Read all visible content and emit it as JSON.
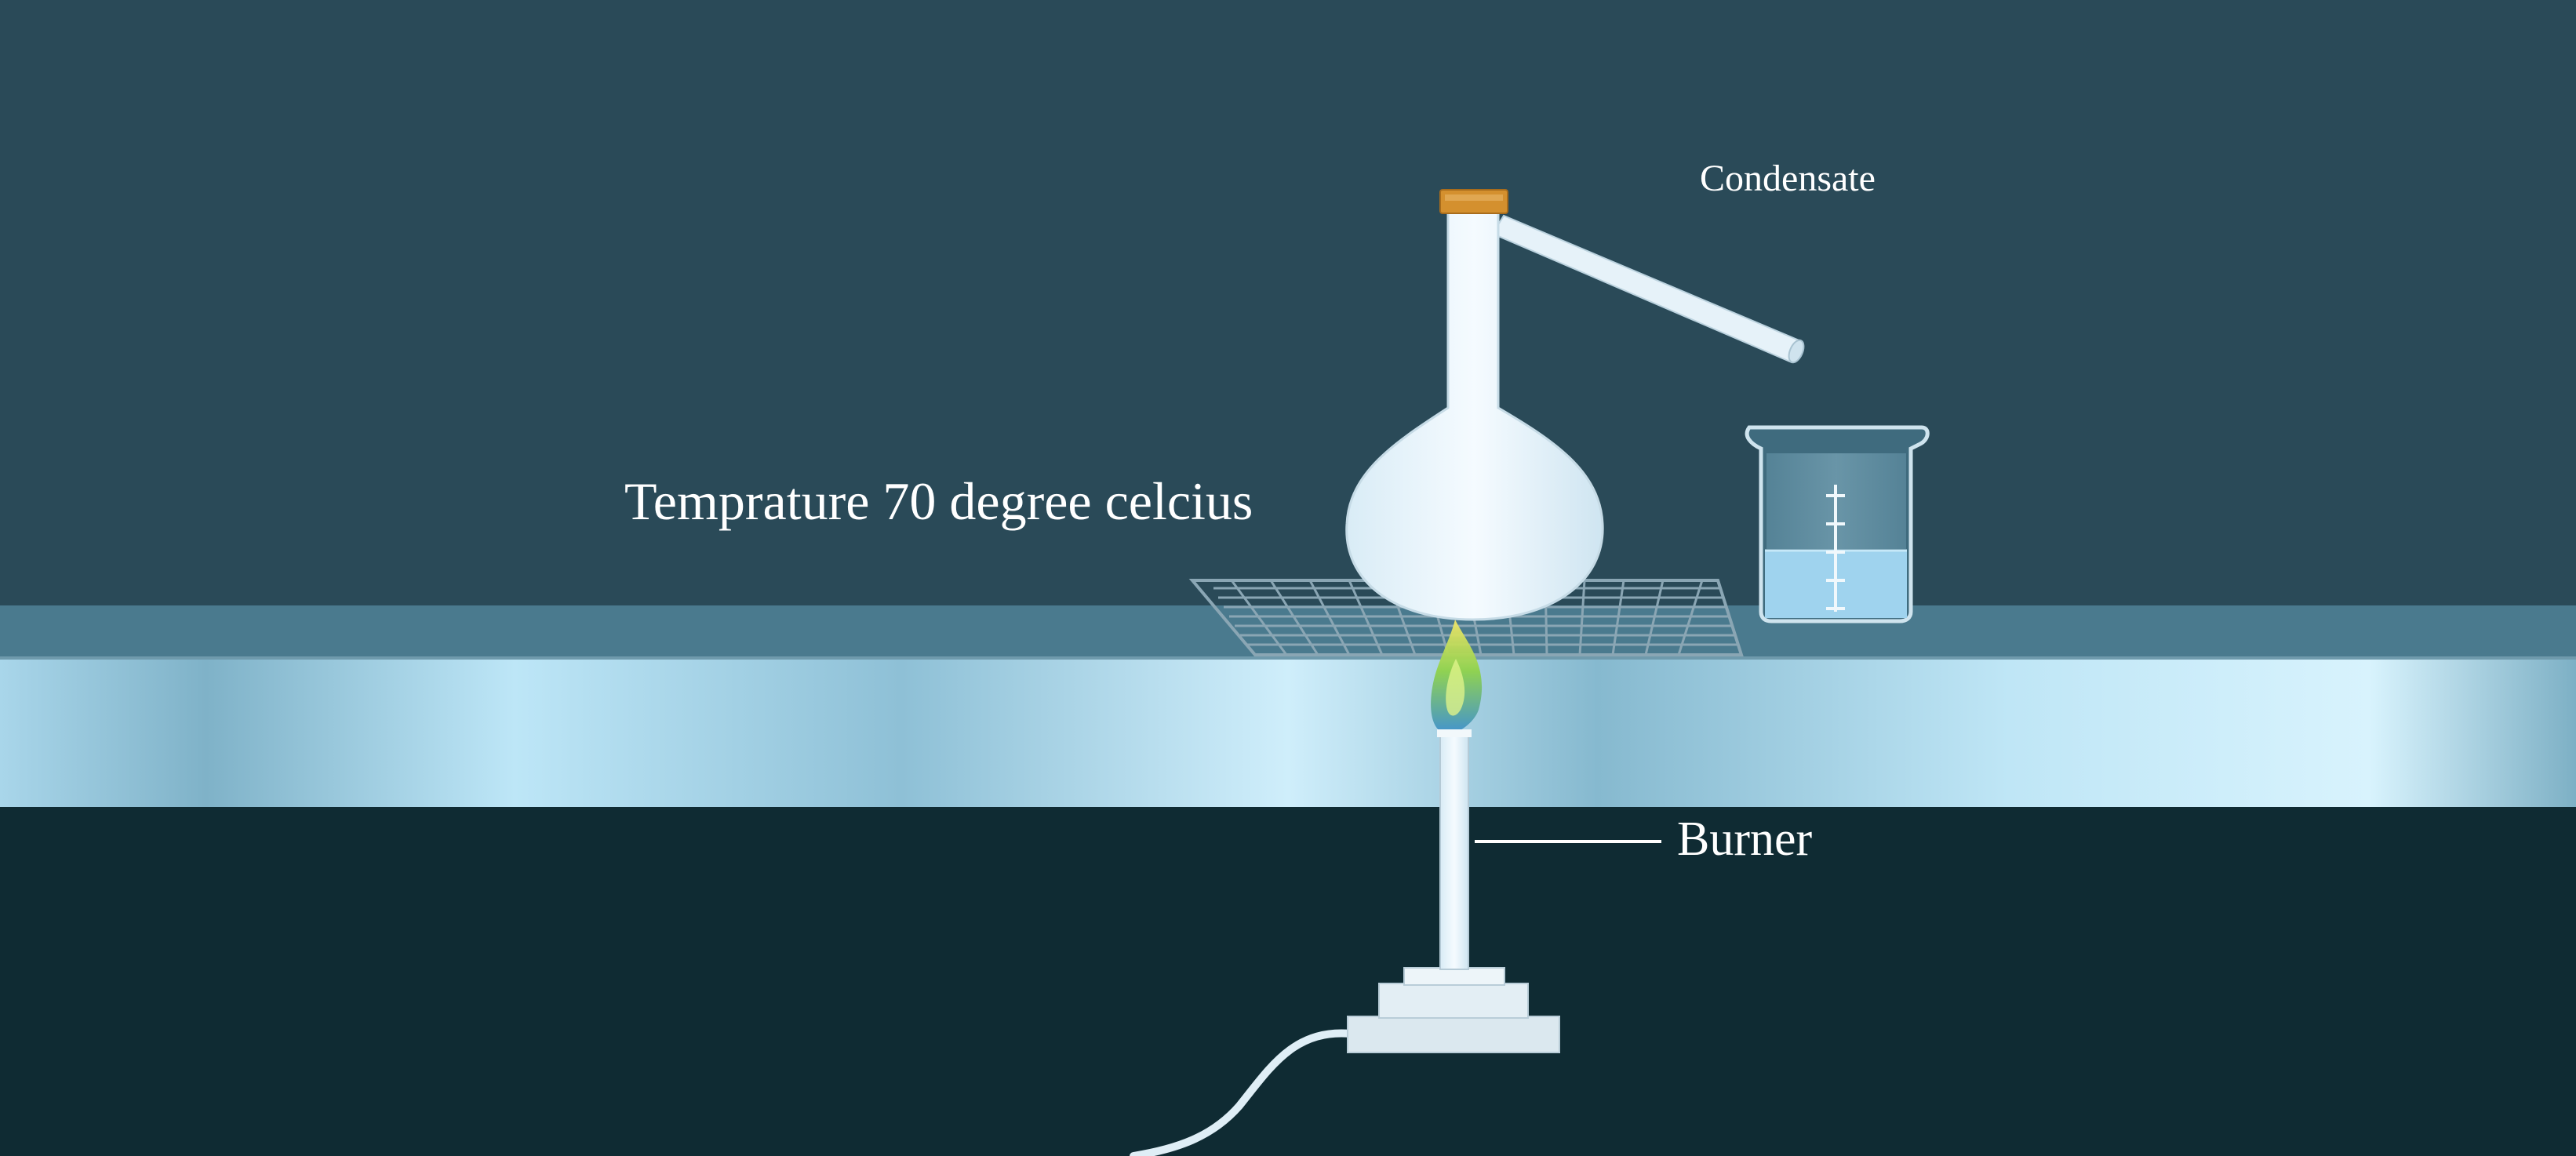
{
  "labels": {
    "temperature": "Temprature 70 degree celcius",
    "condensate": "Condensate",
    "burner": "Burner"
  },
  "colors": {
    "background_top": "#2a4a58",
    "shelf": "#4a7a8e",
    "counter_band": "#bde6f7",
    "floor": "#0f2b33",
    "glass": "#e8f4fb",
    "liquid": "#9fd3ee",
    "stopper": "#d4902e",
    "flame_blue": "#4fa6d8",
    "flame_green": "#9fd84a"
  }
}
